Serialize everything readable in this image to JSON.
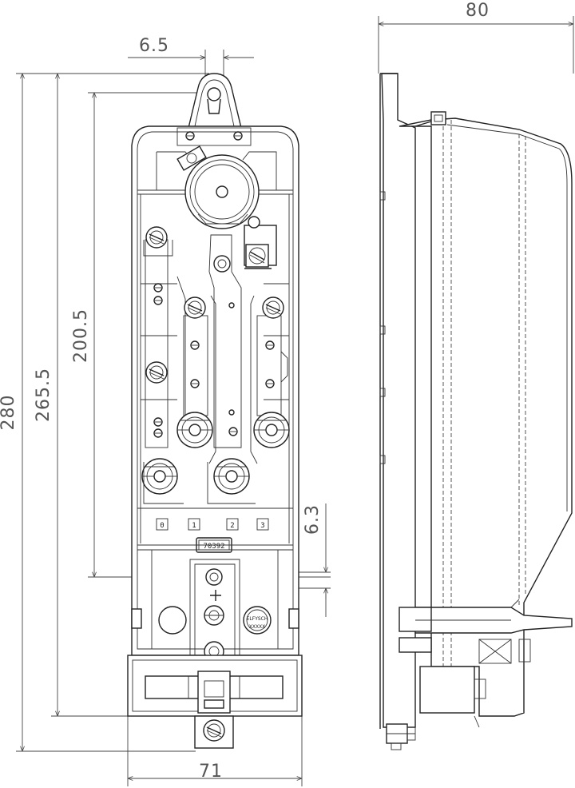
{
  "dimensions": {
    "overall_depth": "80",
    "hole_width": "6.5",
    "overall_height": "280",
    "mounting_height": "265.5",
    "hole_spacing": "200.5",
    "offset": "6.3",
    "overall_width": "71"
  },
  "labels": {
    "terminal_0": "0",
    "terminal_1": "1",
    "terminal_2": "2",
    "terminal_3": "3",
    "part_number": "70392",
    "cert_mark_top": "ELFYSCH",
    "cert_mark_bottom": "XXXXX"
  }
}
